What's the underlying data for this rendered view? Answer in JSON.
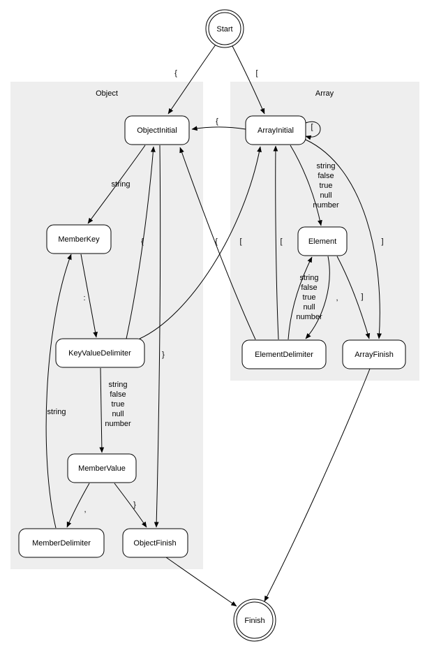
{
  "diagram": {
    "clusters": {
      "object": "Object",
      "array": "Array"
    },
    "nodes": {
      "start": "Start",
      "object_initial": "ObjectInitial",
      "array_initial": "ArrayInitial",
      "member_key": "MemberKey",
      "key_value_delimiter": "KeyValueDelimiter",
      "member_value": "MemberValue",
      "member_delimiter": "MemberDelimiter",
      "object_finish": "ObjectFinish",
      "element": "Element",
      "element_delimiter": "ElementDelimiter",
      "array_finish": "ArrayFinish",
      "finish": "Finish"
    },
    "edges": {
      "start_oi": {
        "from": "Start",
        "to": "ObjectInitial",
        "label": "{"
      },
      "start_ai": {
        "from": "Start",
        "to": "ArrayInitial",
        "label": "["
      },
      "ai_oi": {
        "from": "ArrayInitial",
        "to": "ObjectInitial",
        "label": "{"
      },
      "ai_self": {
        "from": "ArrayInitial",
        "to": "ArrayInitial",
        "label": "["
      },
      "oi_mk": {
        "from": "ObjectInitial",
        "to": "MemberKey",
        "label": "string"
      },
      "oi_of": {
        "from": "ObjectInitial",
        "to": "ObjectFinish",
        "label": "}"
      },
      "mk_kvd": {
        "from": "MemberKey",
        "to": "KeyValueDelimiter",
        "label": ":"
      },
      "kvd_mv": {
        "from": "KeyValueDelimiter",
        "to": "MemberValue",
        "lines": [
          "string",
          "false",
          "true",
          "null",
          "number"
        ]
      },
      "kvd_oi": {
        "from": "KeyValueDelimiter",
        "to": "ObjectInitial",
        "label": "{"
      },
      "kvd_ai": {
        "from": "KeyValueDelimiter",
        "to": "ArrayInitial",
        "label": "["
      },
      "mv_md": {
        "from": "MemberValue",
        "to": "MemberDelimiter",
        "label": ","
      },
      "mv_of": {
        "from": "MemberValue",
        "to": "ObjectFinish",
        "label": "}"
      },
      "md_mk": {
        "from": "MemberDelimiter",
        "to": "MemberKey",
        "label": "string"
      },
      "ai_el": {
        "from": "ArrayInitial",
        "to": "Element",
        "lines": [
          "string",
          "false",
          "true",
          "null",
          "number"
        ]
      },
      "ai_af": {
        "from": "ArrayInitial",
        "to": "ArrayFinish",
        "label": "]"
      },
      "el_ed": {
        "from": "Element",
        "to": "ElementDelimiter",
        "label": ","
      },
      "el_af": {
        "from": "Element",
        "to": "ArrayFinish",
        "label": "]"
      },
      "ed_el": {
        "from": "ElementDelimiter",
        "to": "Element",
        "lines": [
          "string",
          "false",
          "true",
          "null",
          "number"
        ]
      },
      "ed_oi": {
        "from": "ElementDelimiter",
        "to": "ObjectInitial",
        "label": "{"
      },
      "ed_ai": {
        "from": "ElementDelimiter",
        "to": "ArrayInitial",
        "label": "["
      },
      "of_fin": {
        "from": "ObjectFinish",
        "to": "Finish"
      },
      "af_fin": {
        "from": "ArrayFinish",
        "to": "Finish"
      }
    }
  }
}
